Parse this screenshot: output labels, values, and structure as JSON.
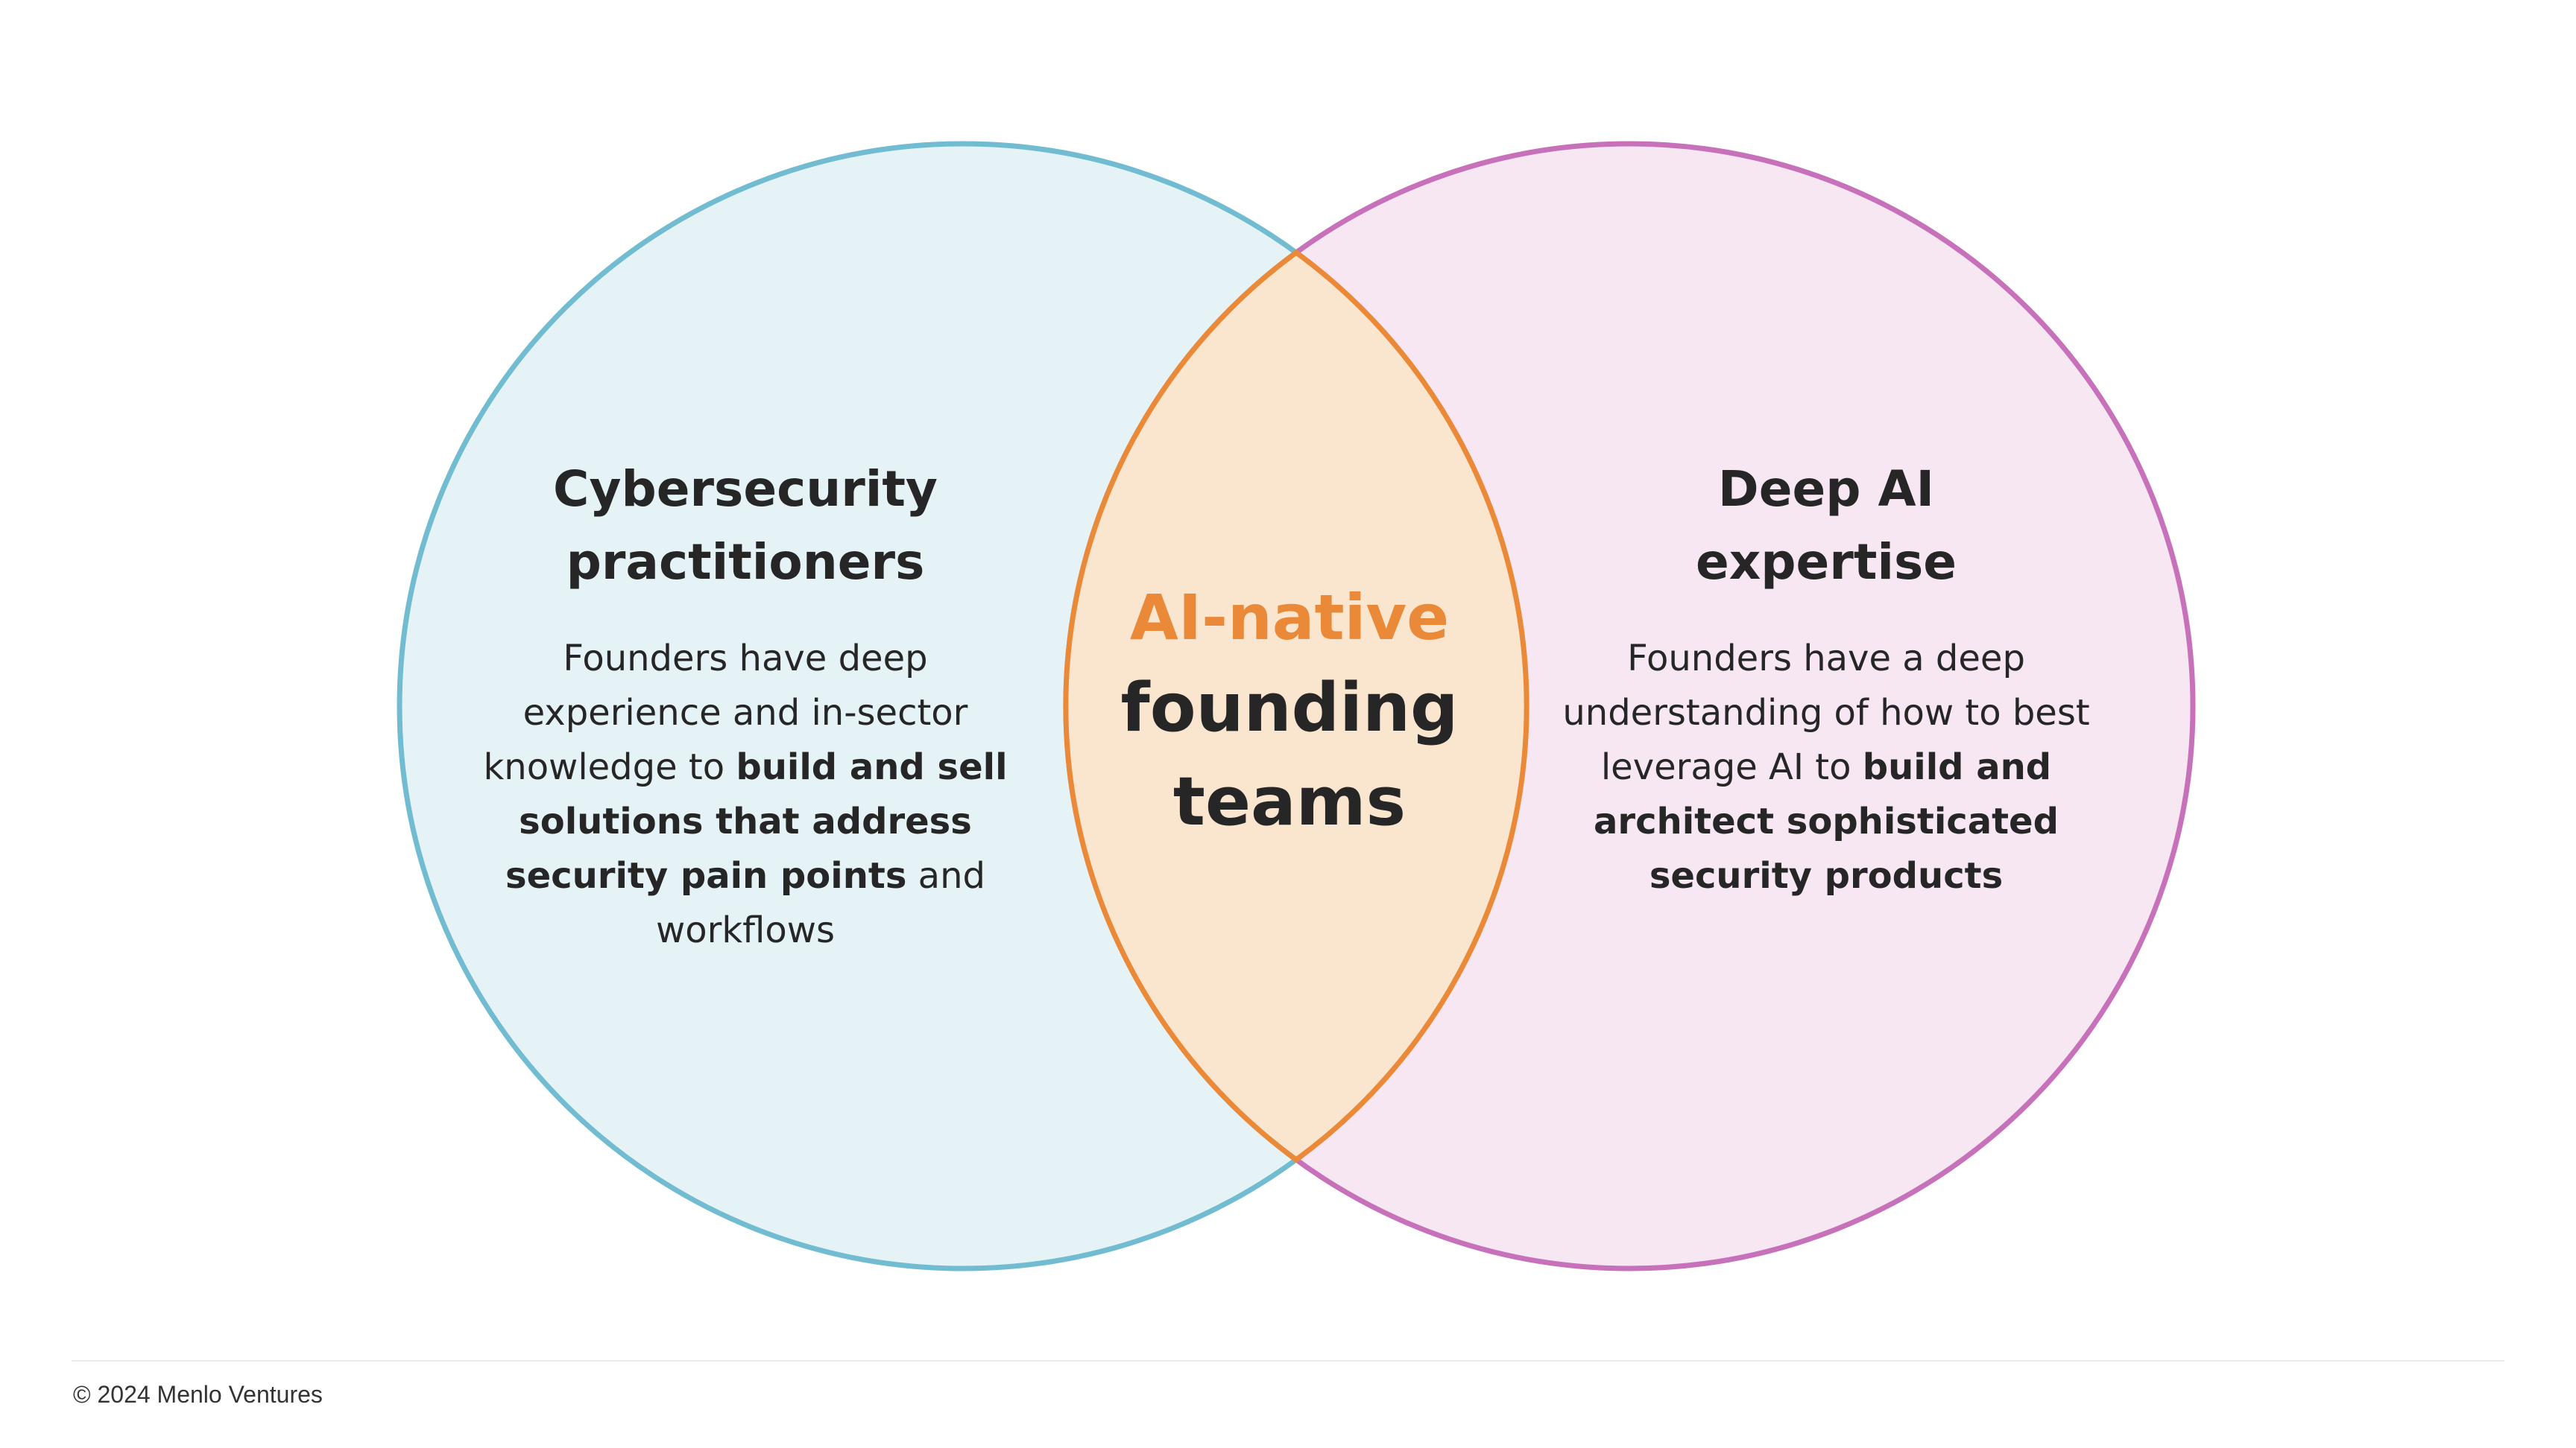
{
  "colors": {
    "left_stroke": "#72bcd1",
    "left_fill": "#e5f3f7",
    "right_stroke": "#c771ba",
    "right_fill": "#f6e7f2",
    "overlap_stroke": "#ea8a38",
    "overlap_fill": "#fae5cf",
    "accent_text": "#ea8a38"
  },
  "left": {
    "title": "Cybersecurity practitioners",
    "desc_parts": [
      {
        "text": "Founders have deep experience and in-sector knowledge to ",
        "bold": false
      },
      {
        "text": "build and sell solutions that address security pain points",
        "bold": true
      },
      {
        "text": " and workflows",
        "bold": false
      }
    ]
  },
  "right": {
    "title": "Deep AI expertise",
    "desc_parts": [
      {
        "text": "Founders have a deep understanding of how to best leverage AI to ",
        "bold": false
      },
      {
        "text": "build and architect sophisticated security products",
        "bold": true
      }
    ]
  },
  "center": {
    "accent": "AI-native",
    "main": "founding teams"
  },
  "footer": {
    "copyright": "© 2024 Menlo Ventures"
  }
}
